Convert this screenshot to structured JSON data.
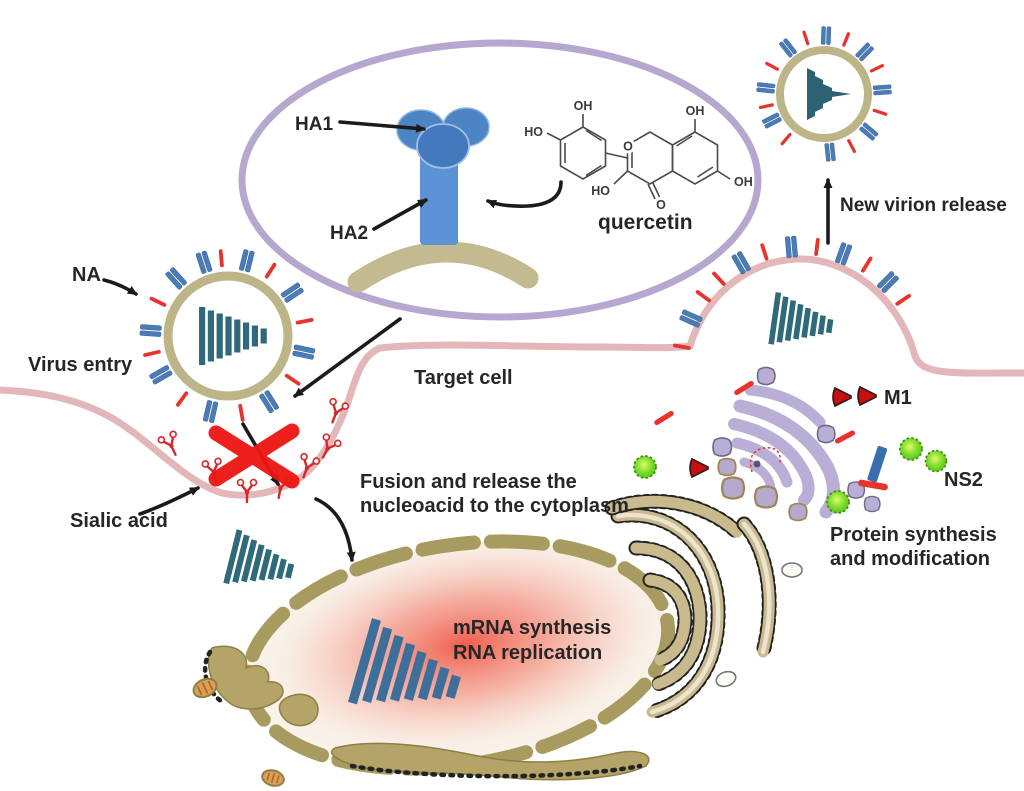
{
  "title": "Influenza virus life cycle with quercetin mechanism diagram",
  "inset": {
    "ha1_label": "HA1",
    "ha2_label": "HA2",
    "quercetin_label": "quercetin",
    "chem": {
      "oh": "OH",
      "ho": "HO",
      "o": "O"
    }
  },
  "labels": {
    "na": "NA",
    "virus_entry": "Virus entry",
    "sialic_acid": "Sialic acid",
    "target_cell": "Target cell",
    "fusion_line1": "Fusion and release the",
    "fusion_line2": "nucleoacid to the cytoplasm",
    "mrna_line1": "mRNA synthesis",
    "mrna_line2": "RNA replication",
    "new_virion_release": "New virion release",
    "m1": "M1",
    "ns2": "NS2",
    "protein_line1": "Protein synthesis",
    "protein_line2": "and modification"
  },
  "colors": {
    "membrane_pink": "#e3b7b9",
    "virus_envelope_tan": "#bdb488",
    "spike_blue": "#4a7db8",
    "spike_red": "#e8322c",
    "rnp_teal": "#2e6a79",
    "rnp_nucleus_blue": "#3d6f9a",
    "inset_ellipse_purple": "#b5a7cf",
    "ha_head_blue": "#4d84c4",
    "ha_stalk_blue": "#5b93d4",
    "golgi_purple": "#b9aed6",
    "ns2_green": "#7ddc2e",
    "m1_red": "#c90f0f",
    "nucleus_envelope_olive": "#a89b60",
    "er_tan": "#c9ba8e",
    "nucleus_glow_red": "#f05545",
    "sialic_receptor_red": "#d6282a",
    "block_x_red": "#ee1511"
  }
}
